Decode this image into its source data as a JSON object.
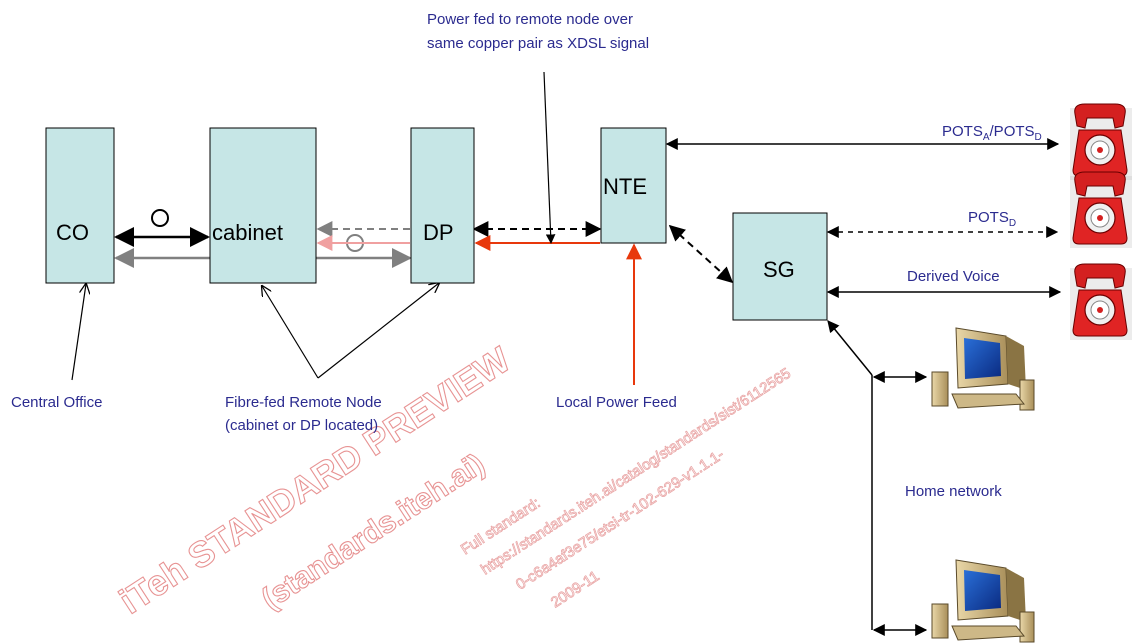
{
  "nodes": {
    "co": "CO",
    "cabinet": "cabinet",
    "dp": "DP",
    "nte": "NTE",
    "sg": "SG"
  },
  "annotations": {
    "power_fed_line1": "Power fed to remote node over",
    "power_fed_line2": "same copper pair as XDSL signal",
    "central_office": "Central Office",
    "fibre_fed_line1": "Fibre-fed Remote Node",
    "fibre_fed_line2": "(cabinet or DP located)",
    "local_power_feed": "Local Power Feed",
    "pots_a_d": {
      "main": "POTS",
      "sub1": "A",
      "sep": "/POTS",
      "sub2": "D"
    },
    "pots_d": {
      "main": "POTS",
      "sub": "D"
    },
    "derived_voice": "Derived Voice",
    "home_network": "Home network"
  },
  "watermark": {
    "line1": "iTeh STANDARD PREVIEW",
    "line2": "(standards.iteh.ai)",
    "line3": "Full standard:",
    "line4": "https://standards.iteh.ai/catalog/standards/sist/6112565",
    "line5": "0-c6a4af3e75/etsi-tr-102-629-v1.1.1-",
    "line6": "2009-11"
  },
  "colors": {
    "box_fill": "#c6e6e6",
    "power_red": "#e8380c",
    "pale_red": "#f0a0a0",
    "gray_link": "#808080",
    "annotation_text": "#2b2b8f"
  },
  "icons": [
    "telephone-icon",
    "telephone-icon",
    "telephone-icon",
    "computer-icon",
    "computer-icon"
  ]
}
